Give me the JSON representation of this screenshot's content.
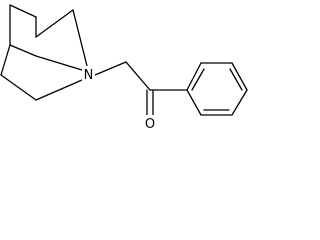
{
  "diagram": {
    "type": "chemical-structure",
    "atom_labels": {
      "nitrogen": "N",
      "oxygen": "O"
    },
    "colors": {
      "background": "#ffffff",
      "bond": "#000000",
      "label": "#000000"
    }
  }
}
